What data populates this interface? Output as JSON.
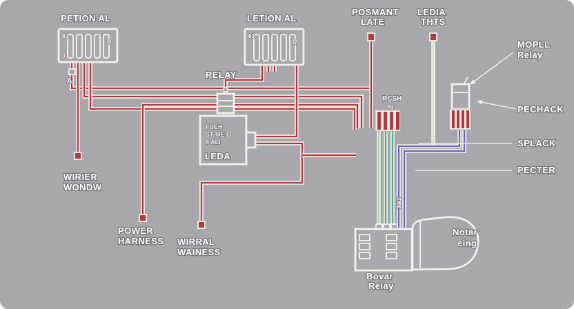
{
  "colors": {
    "background": "#a8a8ac",
    "wire_red": "#b23a3f",
    "wire_green": "#3fb377",
    "wire_green_pale": "#9ed8b9",
    "wire_teal": "#4fa892",
    "wire_blue": "#6b66b5",
    "wire_gray": "#dcdcd8",
    "casing": "#f2f0ec",
    "component_outline": "#f2f0ec",
    "label_text": "#fcfcfc"
  },
  "labels": {
    "connector_left": {
      "title": "PETION AL",
      "corner": "83",
      "corner2": "3",
      "side": "Q",
      "pin": "A"
    },
    "connector_mid": {
      "title": "LETION AL",
      "corner": "83",
      "side": "Q"
    },
    "posmant": {
      "line1": "POSMANT",
      "line2": "LATE"
    },
    "ledia": {
      "line1": "LEDIA",
      "line2": "THTS"
    },
    "mopll": {
      "line1": "MOPLL",
      "line2": "Relay"
    },
    "pechack": "PECHACK",
    "splack": "SPLACK",
    "pecter": "PECTER",
    "relay": "RELAY",
    "leda": {
      "inner1": "FUEH",
      "inner2": "ST ME O",
      "inner3": "8 ALI",
      "title": "LEDA"
    },
    "wirier": {
      "line1": "WIRIER",
      "line2": "WONDW"
    },
    "power": {
      "line1": "POWER",
      "line2": "HARNESS"
    },
    "wirral": {
      "line1": "WIRRAL",
      "line2": "WAINESS"
    },
    "rcsh": {
      "title": "RCSH",
      "sub": "eg"
    },
    "wire_tag": "3W2",
    "bovar": {
      "line1": "Bovar",
      "line2": "Relay"
    },
    "motor": {
      "line1": "Notar",
      "line2": "eing"
    }
  }
}
